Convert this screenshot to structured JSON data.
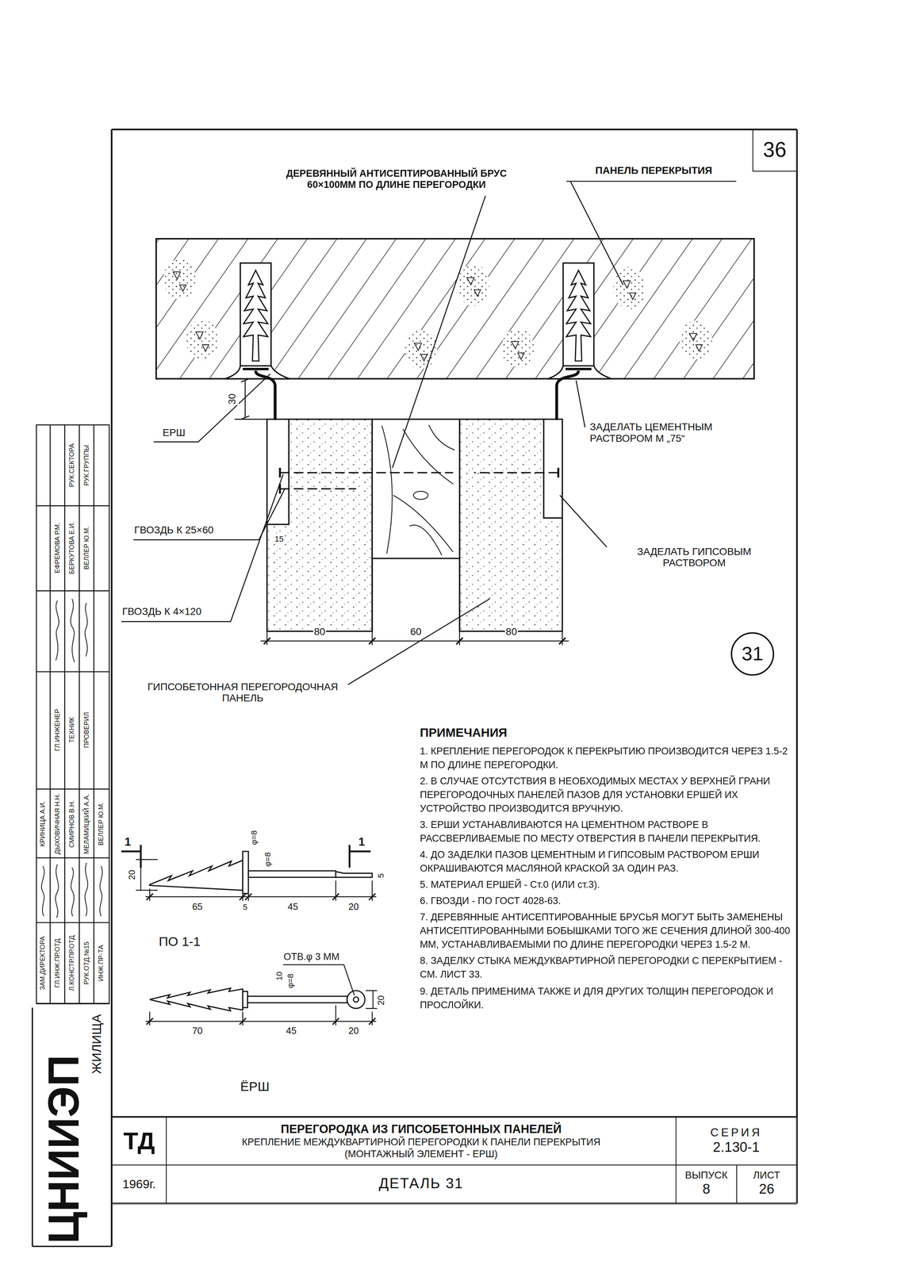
{
  "diagram": {
    "title": "ПЕРЕГОРОДКА ИЗ ГИПСОБЕТОННЫХ ПАНЕЛЕЙ",
    "nodes": [
      {
        "text": [
          "36"
        ]
      },
      {
        "text": [
          "31"
        ]
      },
      {
        "text": [
          "ТД"
        ]
      },
      {
        "text": [
          "ПЕРЕГОРОДКА ИЗ ГИПСОБЕТОННЫХ ПАНЕЛЕЙ",
          "КРЕПЛЕНИЕ МЕЖДУКВАРТИРНОЙ ПЕРЕГОРОДКИ К ПАНЕЛИ ПЕРЕКРЫТИЯ (МОНТАЖНЫЙ ЭЛЕМЕНТ - ЕРШ)"
        ]
      },
      {
        "text": [
          "СЕРИЯ",
          "2.130-1"
        ]
      },
      {
        "text": [
          "1969г."
        ]
      },
      {
        "text": [
          "ДЕТАЛЬ 31"
        ]
      },
      {
        "text": [
          "ВЫПУСК",
          "8"
        ]
      },
      {
        "text": [
          "ЛИСТ",
          "26"
        ]
      }
    ],
    "labels": [
      "ДЕРЕВЯННЫЙ АНТИСЕПТИРОВАННЫЙ БРУС 60×100ММ ПО ДЛИНЕ ПЕРЕГОРОДКИ",
      "ПАНЕЛЬ ПЕРЕКРЫТИЯ",
      "30",
      "ЕРШ",
      "ЗАДЕЛАТЬ ЦЕМЕНТНЫМ РАСТВОРОМ М „75“",
      "ГВОЗДЬ К 25×60",
      "15",
      "ЗАДЕЛАТЬ ГИПСОВЫМ РАСТВОРОМ",
      "ГВОЗДЬ К 4×120",
      "80",
      "60",
      "80",
      "ГИПСОБЕТОННАЯ ПЕРЕГОРОДОЧНАЯ ПАНЕЛЬ",
      "ПРИМЕЧАНИЯ",
      "1. КРЕПЛЕНИЕ ПЕРЕГОРОДОК К ПЕРЕКРЫТИЮ ПРОИЗВОДИТСЯ ЧЕРЕЗ 1.5-2 М ПО ДЛИНЕ ПЕРЕГОРОДКИ.",
      "2. В СЛУЧАЕ ОТСУТСТВИЯ В НЕОБХОДИМЫХ МЕСТАХ У ВЕРХНЕЙ ГРАНИ ПЕРЕГОРОДОЧНЫХ ПАНЕЛЕЙ ПАЗОВ ДЛЯ УСТАНОВКИ ЕРШЕЙ ИХ УСТРОЙСТВО ПРОИЗВОДИТСЯ ВРУЧНУЮ.",
      "3. ЕРШИ УСТАНАВЛИВАЮТСЯ НА ЦЕМЕНТНОМ РАСТВОРЕ В РАССВЕРЛИВАЕМЫЕ ПО МЕСТУ ОТВЕРСТИЯ В ПАНЕЛИ ПЕРЕКРЫТИЯ.",
      "4. ДО ЗАДЕЛКИ ПАЗОВ ЦЕМЕНТНЫМ И ГИПСОВЫМ РАСТВОРОМ ЕРШИ ОКРАШИВАЮТСЯ МАСЛЯНОЙ КРАСКОЙ ЗА ОДИН РАЗ.",
      "5. МАТЕРИАЛ ЕРШЕЙ - Ст.0 (ИЛИ ст.3).",
      "6. ГВОЗДИ - ПО ГОСТ 4028-63.",
      "7. ДЕРЕВЯННЫЕ АНТИСЕПТИРОВАННЫЕ БРУСЬЯ МОГУТ БЫТЬ ЗАМЕНЕНЫ АНТИСЕПТИРОВАННЫМИ БОБЫШКАМИ ТОГО ЖЕ СЕЧЕНИЯ ДЛИНОЙ 300-400 ММ, УСТАНАВЛИВАЕМЫМИ ПО ДЛИНЕ ПЕРЕГОРОДКИ ЧЕРЕЗ 1.5-2 М.",
      "8. ЗАДЕЛКУ СТЫКА МЕЖДУКВАРТИРНОЙ ПЕРЕГОРОДКИ С ПЕРЕКРЫТИЕМ - СМ. ЛИСТ 33.",
      "9. ДЕТАЛЬ ПРИМЕНИМА ТАКЖЕ И ДЛЯ ДРУГИХ ТОЛЩИН ПЕРЕГОРОДОК И ПРОСЛОЙКИ.",
      "1",
      "1",
      "φ=8",
      "φ=8",
      "20",
      "5",
      "65",
      "5",
      "45",
      "20",
      "ПО 1-1",
      "ОТВ.φ 3 ММ",
      "10",
      "φ=8",
      "20",
      "70",
      "45",
      "20",
      "ЁРШ",
      "ЦНИИЭП",
      "ЖИЛИЩА",
      "РУК.СЕКТОРА",
      "РУК.ГРУППЫ",
      "ЕФРЕМОВА Р.М.",
      "БЕРКУТОВА Е.И.",
      "ВЕЛЛЕР Ю.М.",
      "ГЛ.ИНЖЕНЕР",
      "ТЕХНИК",
      "ПРОВЕРИЛ",
      "КРИНИЦА А.И.",
      "ДЫХОВИЧНАЯ Н.Н.",
      "СМИРНОВ В.Н.",
      "МЕЛАМИЦКИЙ А.А.",
      "ВЕЛЛЕР Ю.М.",
      "ЗАМ.ДИРЕКТОРА",
      "ГЛ.ИНЖ.ПР.ОТД",
      "Л.КОНСТР.ПР.ОТД",
      "РУК.ОТД.№15",
      "ИНЖ.ПР-ТА"
    ]
  }
}
